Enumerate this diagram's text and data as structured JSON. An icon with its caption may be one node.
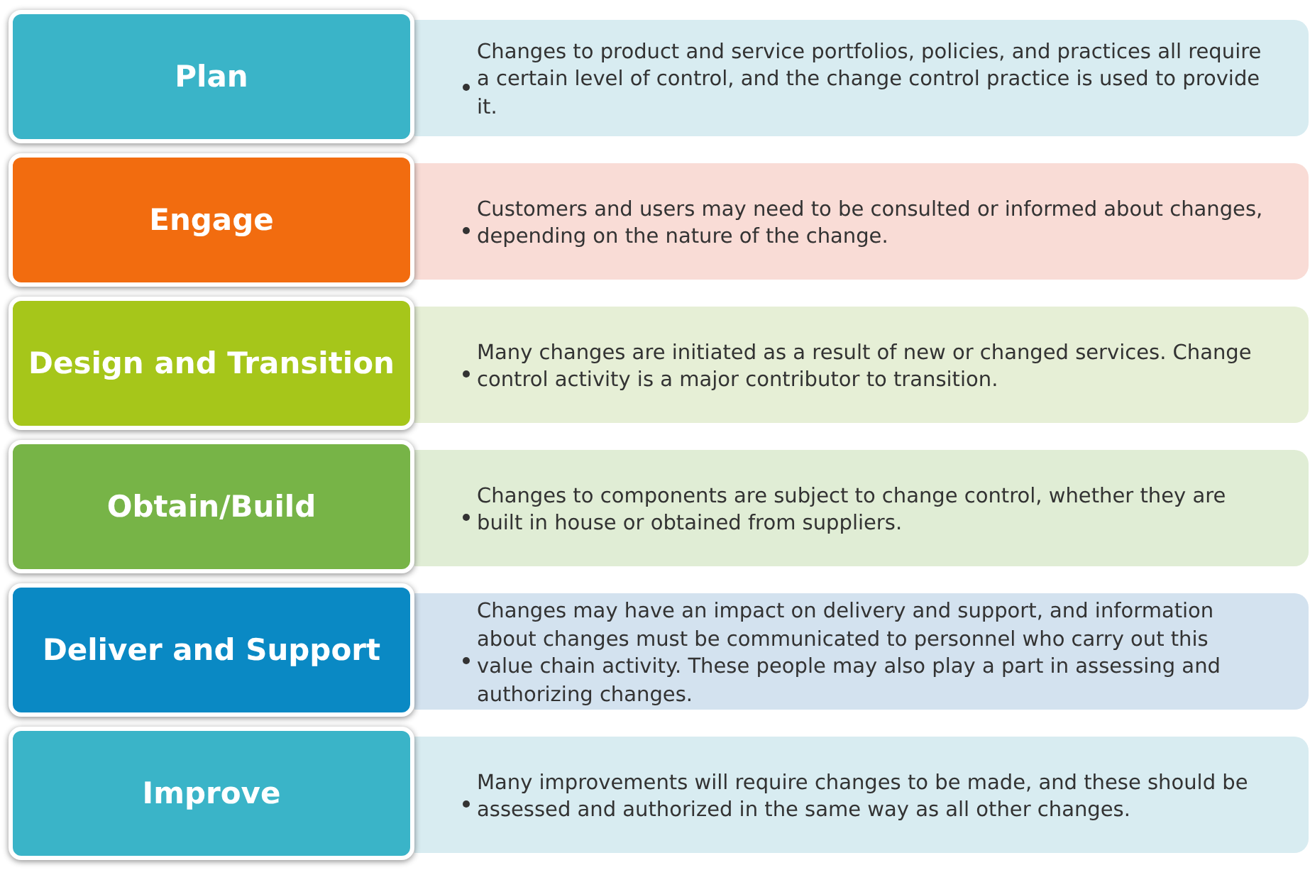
{
  "diagram": {
    "nodes": [
      {
        "text": [
          "Plan"
        ]
      },
      {
        "text": [
          "Changes to product and service portfolios, policies, and practices all require a certain level of control, and the change control practice is used to provide it."
        ]
      },
      {
        "text": [
          "Engage"
        ]
      },
      {
        "text": [
          "Customers and users may need to be consulted or informed about changes, depending on the nature of the change."
        ]
      },
      {
        "text": [
          "Design and Transition"
        ]
      },
      {
        "text": [
          "Many changes are initiated as a result of new or changed services. Change control activity is a major contributor to transition."
        ]
      },
      {
        "text": [
          "Obtain/Build"
        ]
      },
      {
        "text": [
          "Changes to components are subject to change control, whether they are built in house or obtained from suppliers."
        ]
      },
      {
        "text": [
          "Deliver and Support"
        ]
      },
      {
        "text": [
          "Changes may have an impact on delivery and support, and information about changes must be communicated to personnel who carry out this value chain activity. These people may also play a part in assessing and authorizing changes."
        ]
      },
      {
        "text": [
          "Improve"
        ]
      },
      {
        "text": [
          "Many improvements will require changes to be made, and these should be assessed and authorized in the same way as all other changes."
        ]
      }
    ]
  }
}
